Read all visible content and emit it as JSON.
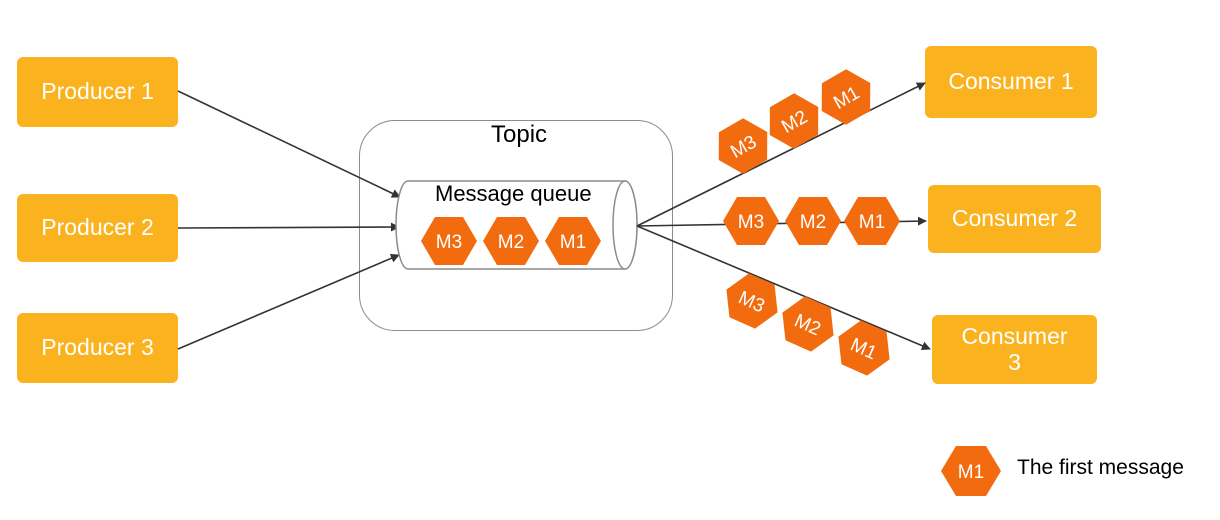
{
  "producers": [
    {
      "label": "Producer 1"
    },
    {
      "label": "Producer 2"
    },
    {
      "label": "Producer 3"
    }
  ],
  "topic": {
    "label": "Topic"
  },
  "queue": {
    "label": "Message queue",
    "messages": [
      "M3",
      "M2",
      "M1"
    ]
  },
  "consumers": [
    {
      "label": "Consumer 1",
      "messages": [
        "M3",
        "M2",
        "M1"
      ]
    },
    {
      "label": "Consumer 2",
      "messages": [
        "M3",
        "M2",
        "M1"
      ]
    },
    {
      "label": "Consumer 3",
      "messages": [
        "M3",
        "M2",
        "M1"
      ]
    }
  ],
  "legend": {
    "icon_label": "M1",
    "text": "The first message"
  },
  "colors": {
    "box": "#fbb21f",
    "message": "#f26b0f",
    "arrow": "#333333",
    "frame": "#8c8c8c"
  }
}
